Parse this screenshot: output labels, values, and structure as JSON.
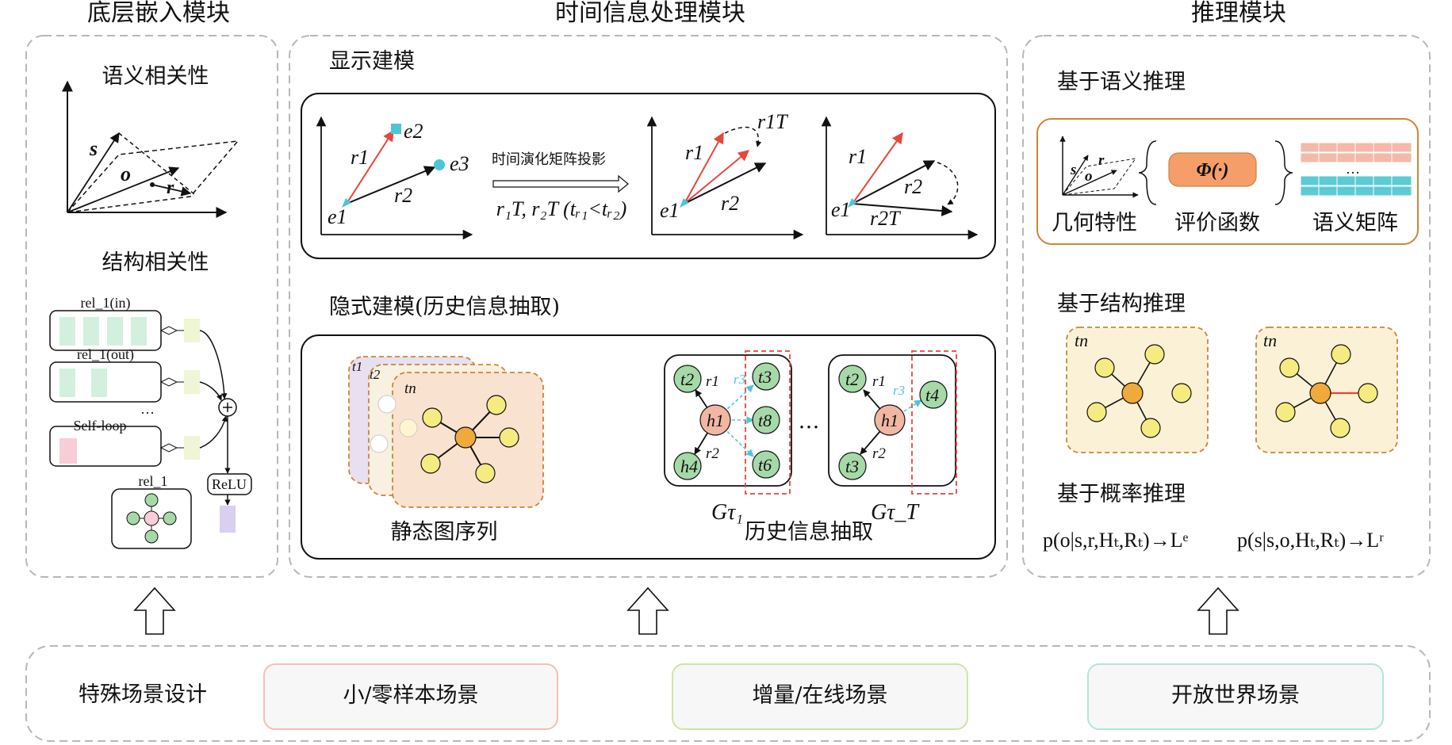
{
  "modules": {
    "bottom_embedding": {
      "title": "底层嵌入模块",
      "semantic_title": "语义相关性",
      "structure_title": "结构相关性",
      "vec_s": "s",
      "vec_o": "o",
      "vec_r": "r",
      "rel_in": "rel_1(in)",
      "rel_out": "rel_1(out)",
      "ellipsis": "…",
      "self_loop": "Self-loop",
      "relu": "ReLU",
      "rel_1": "rel_1"
    },
    "temporal": {
      "title": "时间信息处理模块",
      "explicit_title": "显示建模",
      "projection_label": "时间演化矩阵投影",
      "projection_formula": "r₁T, r₂T (tᵣ₁<tᵣ₂)",
      "implicit_title": "隐式建模(历史信息抽取)",
      "static_seq_label": "静态图序列",
      "history_label": "历史信息抽取",
      "graph_1": "Gτ₁",
      "graph_T": "Gτ_T",
      "e1": "e1",
      "e2": "e2",
      "e3": "e3",
      "r1": "r1",
      "r2": "r2",
      "r1T": "r1T",
      "r2T": "r2T",
      "t1": "t1",
      "t2": "t2",
      "tn": "tn",
      "h1": "h1",
      "t3": "t3",
      "t8": "t8",
      "t6": "t6",
      "h4": "h4",
      "t4": "t4",
      "r3": "r3",
      "dots": "…"
    },
    "reasoning": {
      "title": "推理模块",
      "semantic_title": "基于语义推理",
      "geo_label": "几何特性",
      "eval_label": "评价函数",
      "matrix_label": "语义矩阵",
      "phi": "Φ(·)",
      "structure_title": "基于结构推理",
      "tn": "tn",
      "prob_title": "基于概率推理",
      "formula_e": "p(o|s,r,Hₜ,Rₜ)→Lᵉ",
      "formula_r": "p(s|s,o,Hₜ,Rₜ)→Lʳ"
    }
  },
  "special": {
    "title": "特殊场景设计",
    "scenes": [
      "小/零样本场景",
      "增量/在线场景",
      "开放世界场景"
    ]
  },
  "colors": {
    "dashed_border": "#b8b8b8",
    "red_arrow": "#e8453c",
    "cyan": "#4cc6d6",
    "node_yellow": "#f5eb80",
    "node_orange": "#f0a93b",
    "node_green": "#a6d9a8",
    "node_pink": "#f1b7a4",
    "phi_fill": "#f59e6a",
    "matrix_pink": "#f4b9a8",
    "matrix_cyan": "#5ccbd6",
    "reason_border": "#c8873a",
    "scene_pink": "#f4c0b2",
    "scene_green": "#cfe4a8",
    "scene_teal": "#b4e4dc"
  }
}
